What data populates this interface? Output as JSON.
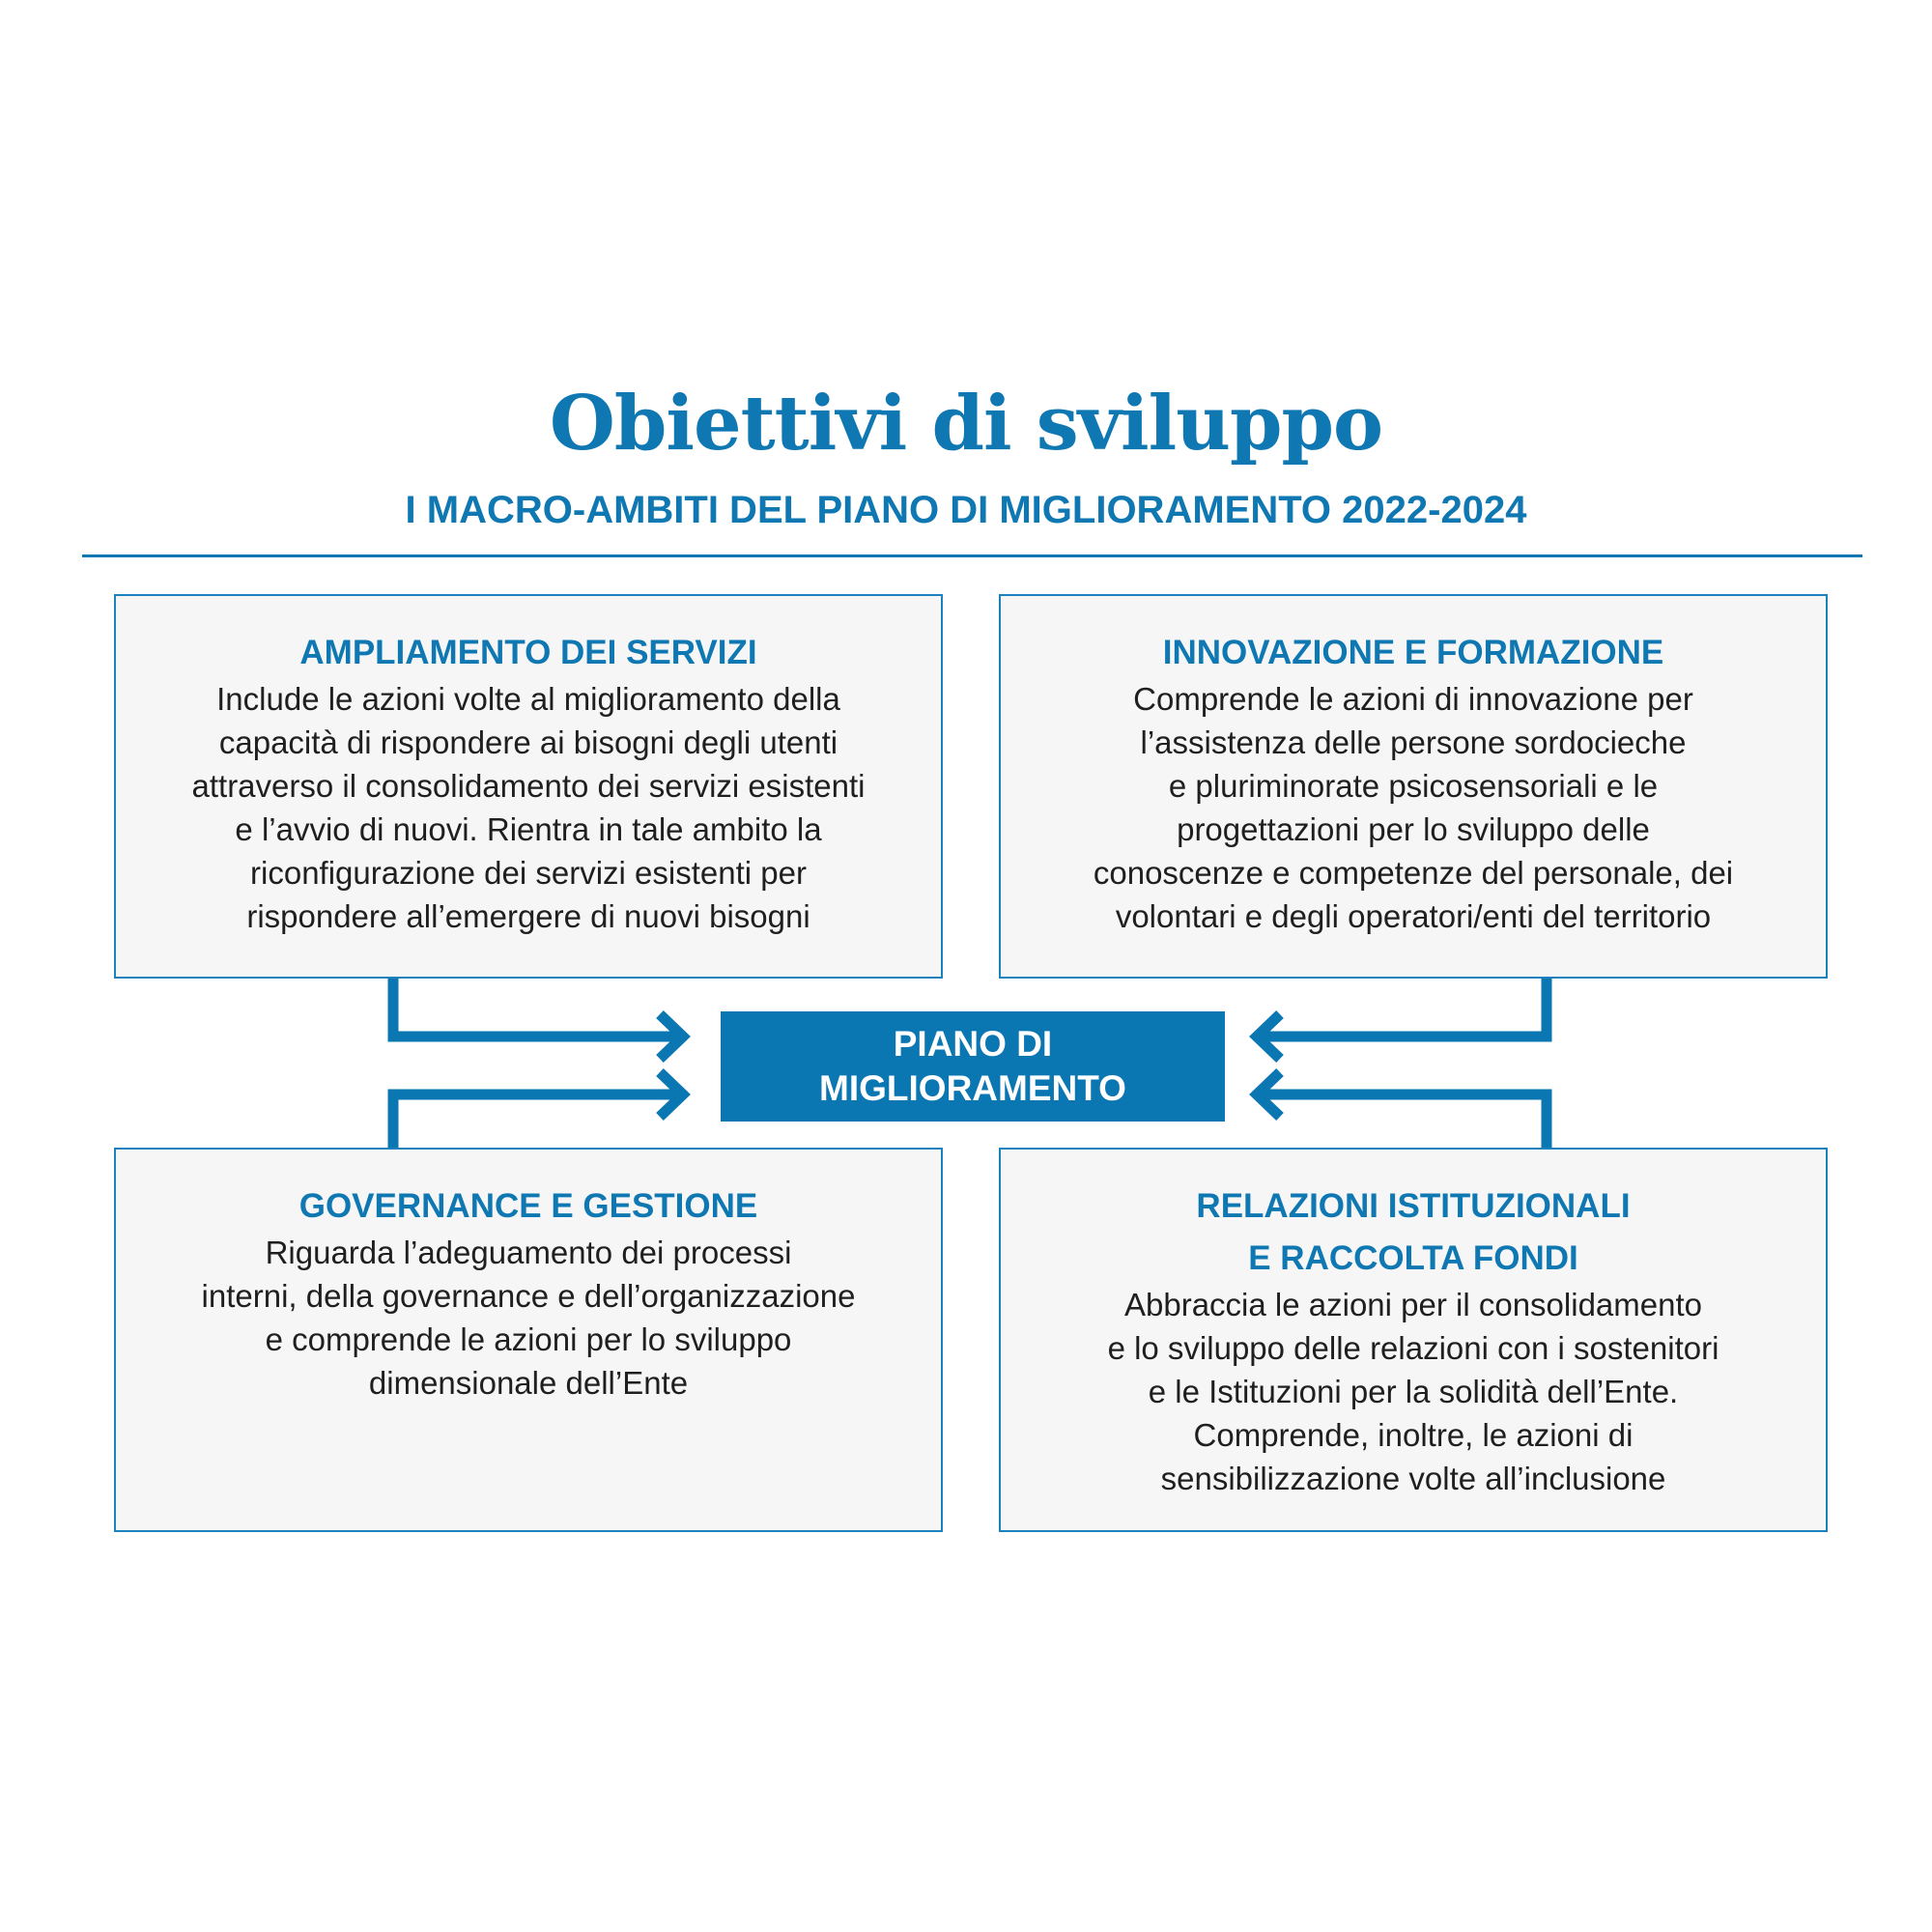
{
  "header": {
    "title": "Obiettivi di sviluppo",
    "subtitle": "I MACRO-AMBITI DEL PIANO DI MIGLIORAMENTO 2022-2024"
  },
  "center": {
    "label": "PIANO DI\nMIGLIORAMENTO"
  },
  "cards": {
    "top_left": {
      "title": "AMPLIAMENTO DEI SERVIZI",
      "body": "Include le azioni volte al miglioramento della\ncapacità di rispondere ai bisogni degli utenti\nattraverso il consolidamento dei servizi esistenti\ne l’avvio di nuovi. Rientra in tale ambito la\nriconfigurazione dei servizi esistenti per\nrispondere all’emergere di nuovi bisogni"
    },
    "top_right": {
      "title": "INNOVAZIONE E FORMAZIONE",
      "body": "Comprende le azioni di innovazione per\nl’assistenza delle persone sordocieche\ne pluriminorate psicosensoriali e le\nprogettazioni per lo sviluppo delle\nconoscenze e competenze del personale, dei\nvolontari e degli operatori/enti del territorio"
    },
    "bottom_left": {
      "title": "GOVERNANCE E GESTIONE",
      "body": "Riguarda l’adeguamento dei processi\ninterni, della governance e dell’organizzazione\ne comprende le azioni per lo sviluppo\ndimensionale dell’Ente"
    },
    "bottom_right": {
      "title": "RELAZIONI ISTITUZIONALI\nE RACCOLTA FONDI",
      "body": "Abbraccia le azioni per il consolidamento\ne lo sviluppo delle relazioni con i sostenitori\ne le Istituzioni per la solidità dell’Ente.\nComprende, inoltre, le azioni di\nsensibilizzazione volte all’inclusione"
    }
  },
  "colors": {
    "accent": "#0f78b2",
    "card_background": "#f6f6f6",
    "card_border": "#1b82bd",
    "body_text": "#1f1f1f"
  }
}
